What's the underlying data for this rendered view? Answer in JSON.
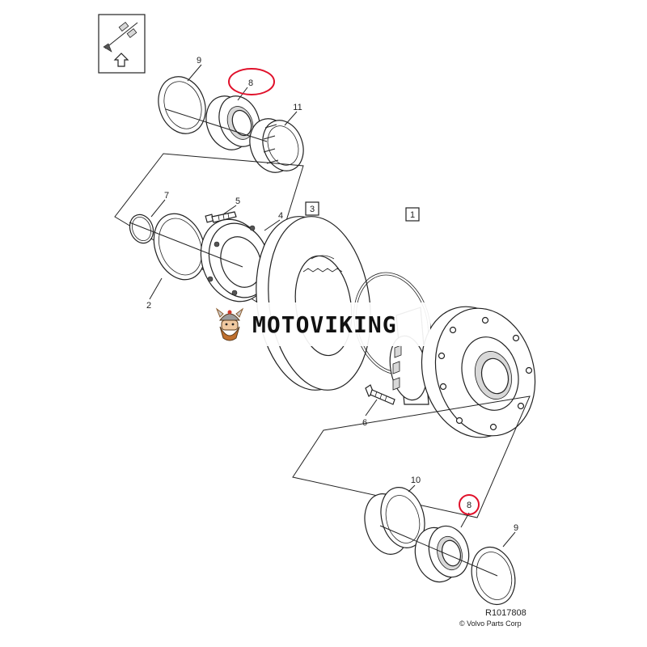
{
  "callouts": [
    {
      "id": "9",
      "label": "9"
    },
    {
      "id": "8",
      "label": "8"
    },
    {
      "id": "11",
      "label": "11"
    },
    {
      "id": "7",
      "label": "7"
    },
    {
      "id": "5",
      "label": "5"
    },
    {
      "id": "4",
      "label": "4"
    },
    {
      "id": "2",
      "label": "2"
    },
    {
      "id": "3",
      "label": "3"
    },
    {
      "id": "1",
      "label": "1"
    },
    {
      "id": "6",
      "label": "6"
    },
    {
      "id": "10",
      "label": "10"
    },
    {
      "id": "8b",
      "label": "8"
    },
    {
      "id": "9b",
      "label": "9"
    }
  ],
  "reference": {
    "drawing_number": "R1017808",
    "copyright": "© Volvo Parts Corp"
  },
  "watermark": {
    "text": "MOTOVIKING"
  },
  "highlight_color": "#e0102a"
}
